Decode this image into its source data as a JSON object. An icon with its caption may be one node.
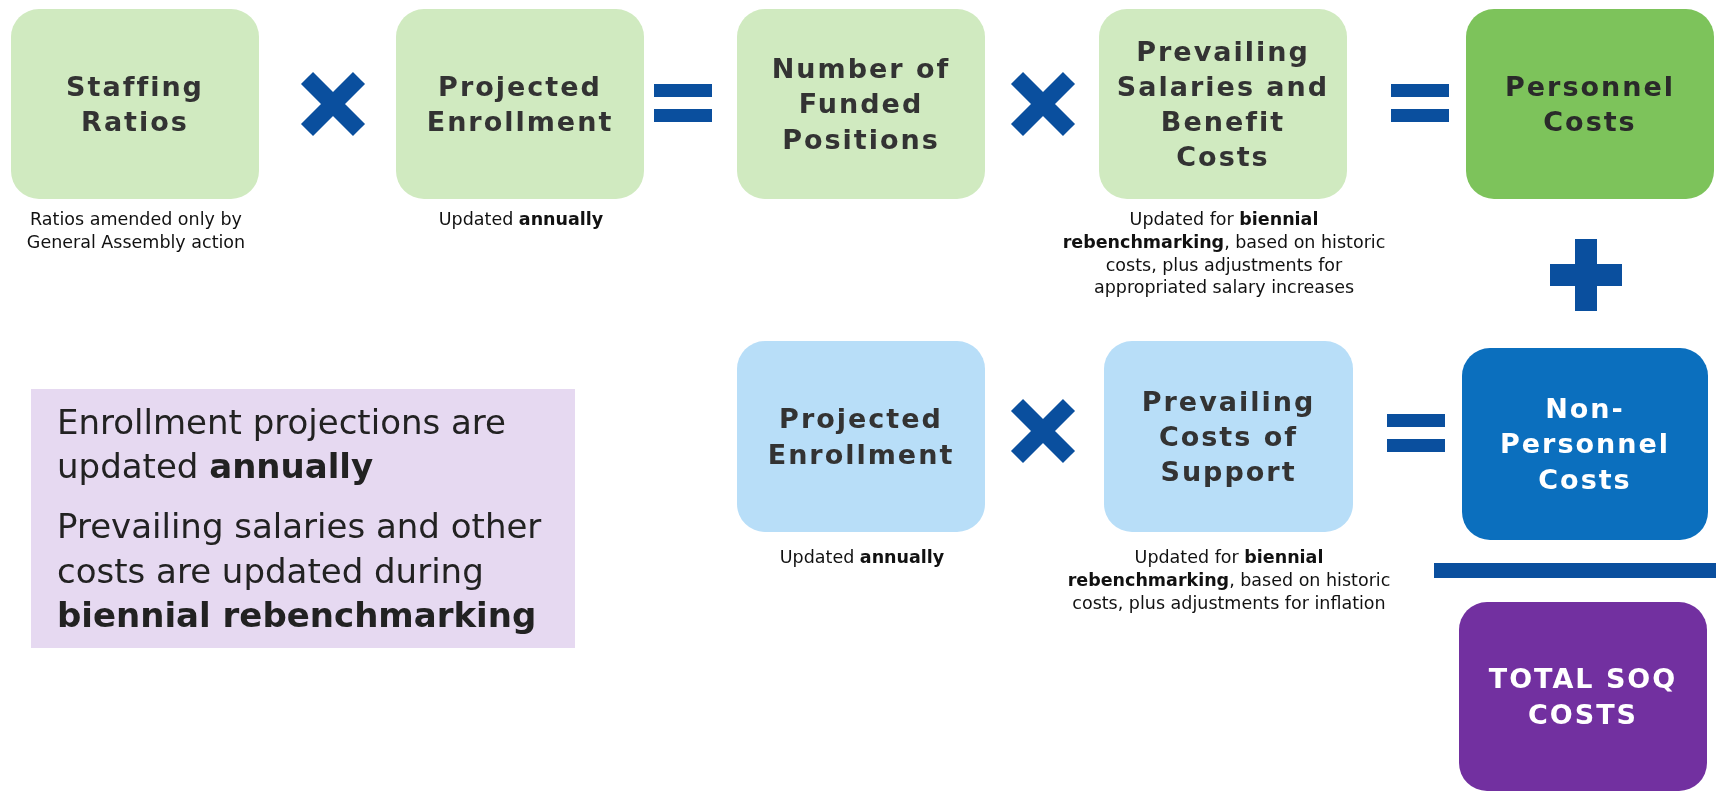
{
  "diagram": {
    "nodes": [
      {
        "text": [
          "Staffing Ratios"
        ],
        "beside": [
          "Ratios amended only by General Assembly action"
        ]
      },
      {
        "text": [
          "Projected Enrollment"
        ],
        "beside": [
          "Updated **annually**"
        ]
      },
      {
        "text": [
          "Number of Funded Positions"
        ]
      },
      {
        "text": [
          "Prevailing Salaries and Benefit Costs"
        ],
        "beside": [
          "Updated for **biennial rebenchmarking**, based on historic costs, plus adjustments for appropriated salary increases"
        ]
      },
      {
        "text": [
          "Personnel Costs"
        ]
      },
      {
        "text": [
          "Enrollment projections are updated **annually**",
          "Prevailing salaries and other costs are updated during **biennial rebenchmarking**"
        ]
      },
      {
        "text": [
          "Projected Enrollment"
        ],
        "beside": [
          "Updated **annually**"
        ]
      },
      {
        "text": [
          "Prevailing Costs of Support"
        ],
        "beside": [
          "Updated for **biennial rebenchmarking**, based on historic costs, plus adjustments for inflation"
        ]
      },
      {
        "text": [
          "Non-Personnel Costs"
        ]
      },
      {
        "text": [],
        "shape": "bar"
      },
      {
        "text": [
          "TOTAL SOQ COSTS"
        ]
      }
    ]
  }
}
